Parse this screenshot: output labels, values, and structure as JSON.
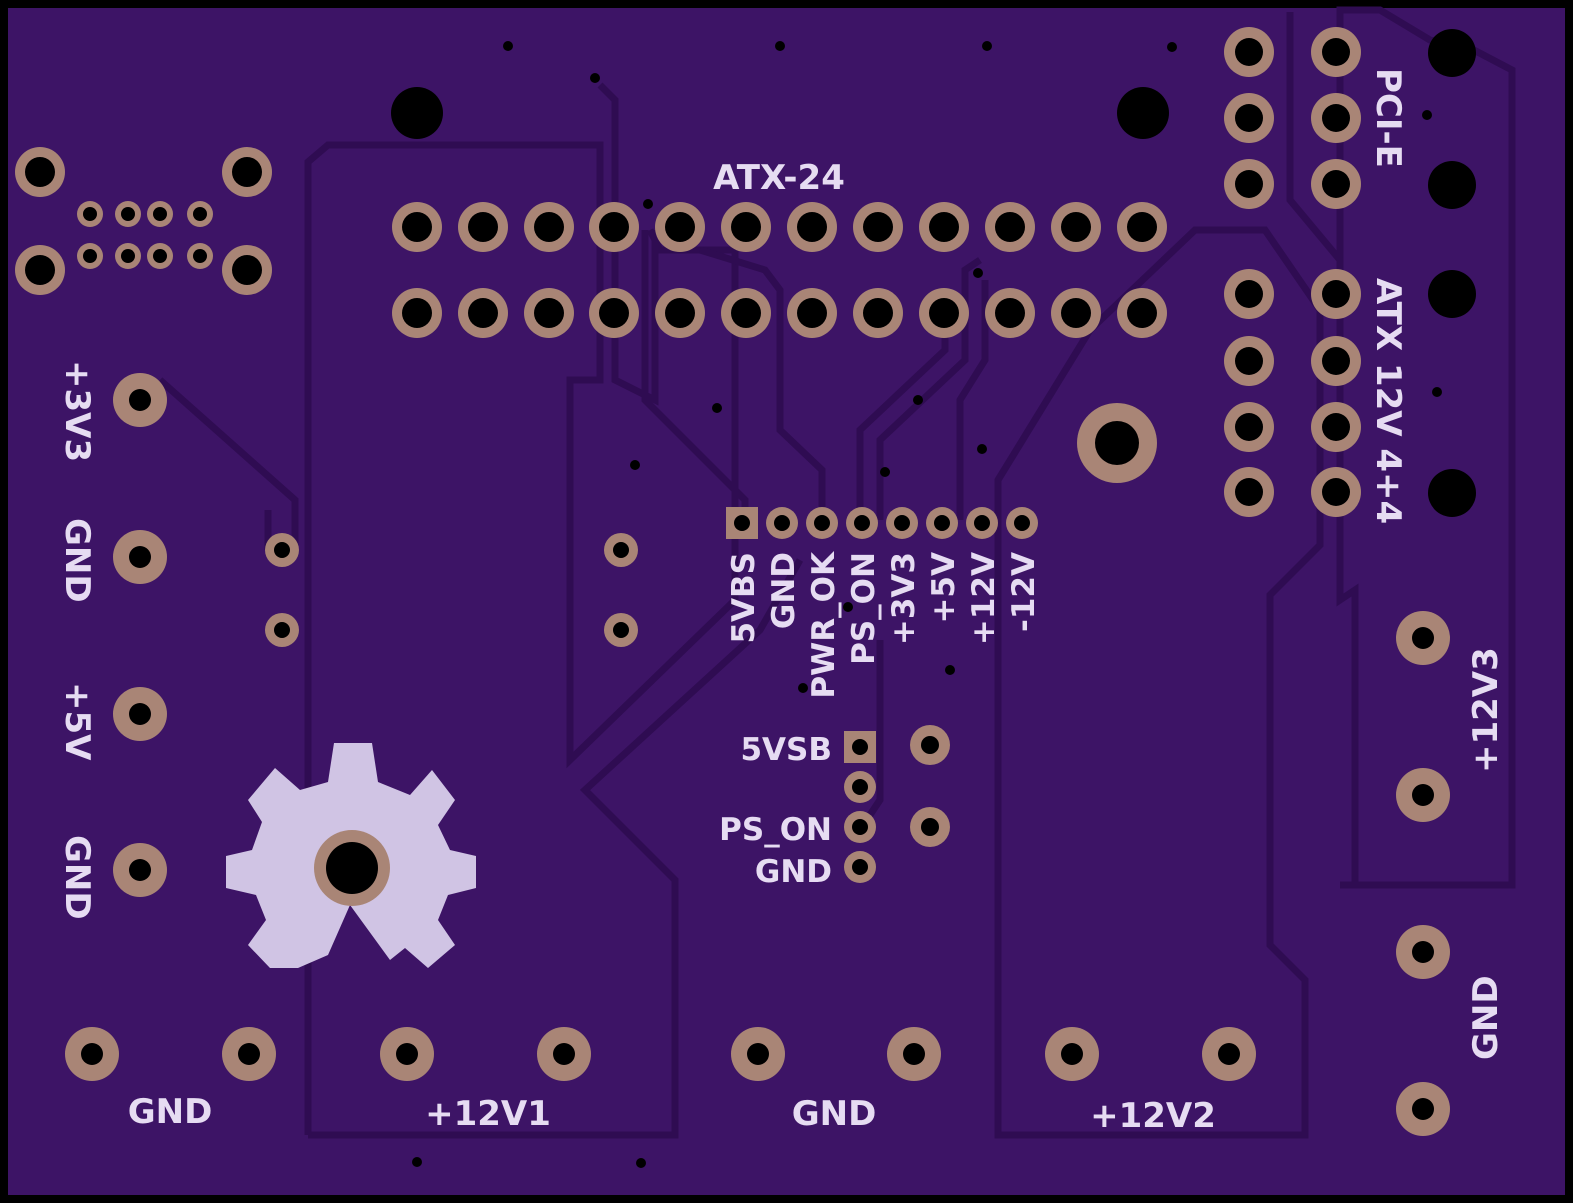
{
  "board": {
    "colors": {
      "substrate": "#3d1466",
      "copper_trace": "#2f0c52",
      "silkscreen": "#e6dcf2",
      "pad_copper": "#a98576",
      "drill": "#000000",
      "outline": "#000000"
    }
  },
  "labels": {
    "atx24": "ATX-24",
    "pcie": "PCI-E",
    "atx12v": "ATX 12V 4+4",
    "v3v3": "+3V3",
    "gnd_left_1": "GND",
    "v5": "+5V",
    "gnd_left_2": "GND",
    "gnd_bottom_1": "GND",
    "v12v1": "+12V1",
    "gnd_bottom_2": "GND",
    "v12v2": "+12V2",
    "v12v3": "+12V3",
    "gnd_right": "GND",
    "header_pins": [
      "5VBS",
      "GND",
      "PWR_OK",
      "PS_ON",
      "+3V3",
      "+5V",
      "+12V",
      "-12V"
    ],
    "sw_5vsb": "5VSB",
    "sw_ps_on": "PS_ON",
    "sw_gnd": "GND"
  },
  "icons": {
    "logo": "open-hardware-gear-icon"
  }
}
